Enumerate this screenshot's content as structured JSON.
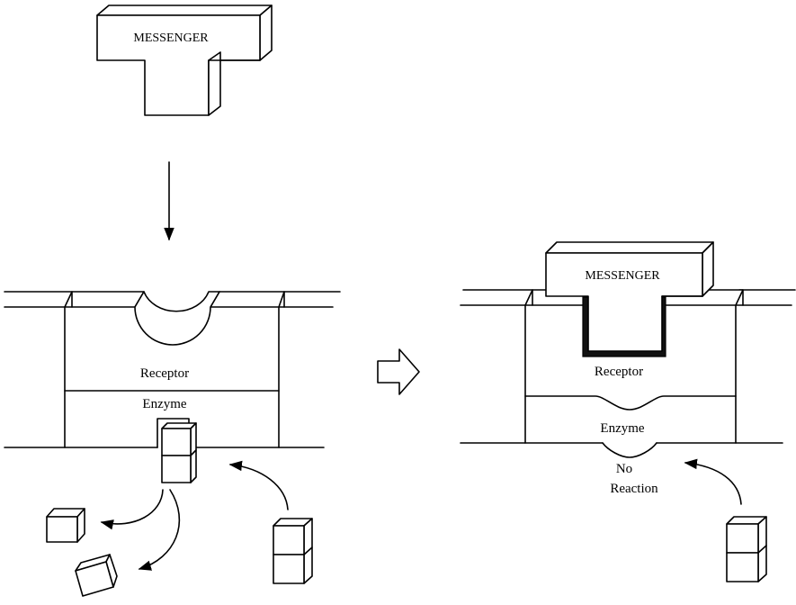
{
  "labels": {
    "messenger_top": "MESSENGER",
    "messenger_bound": "MESSENGER",
    "receptor_left": "Receptor",
    "enzyme_left": "Enzyme",
    "receptor_right": "Receptor",
    "enzyme_right": "Enzyme",
    "no_reaction_line1": "No",
    "no_reaction_line2": "Reaction"
  }
}
